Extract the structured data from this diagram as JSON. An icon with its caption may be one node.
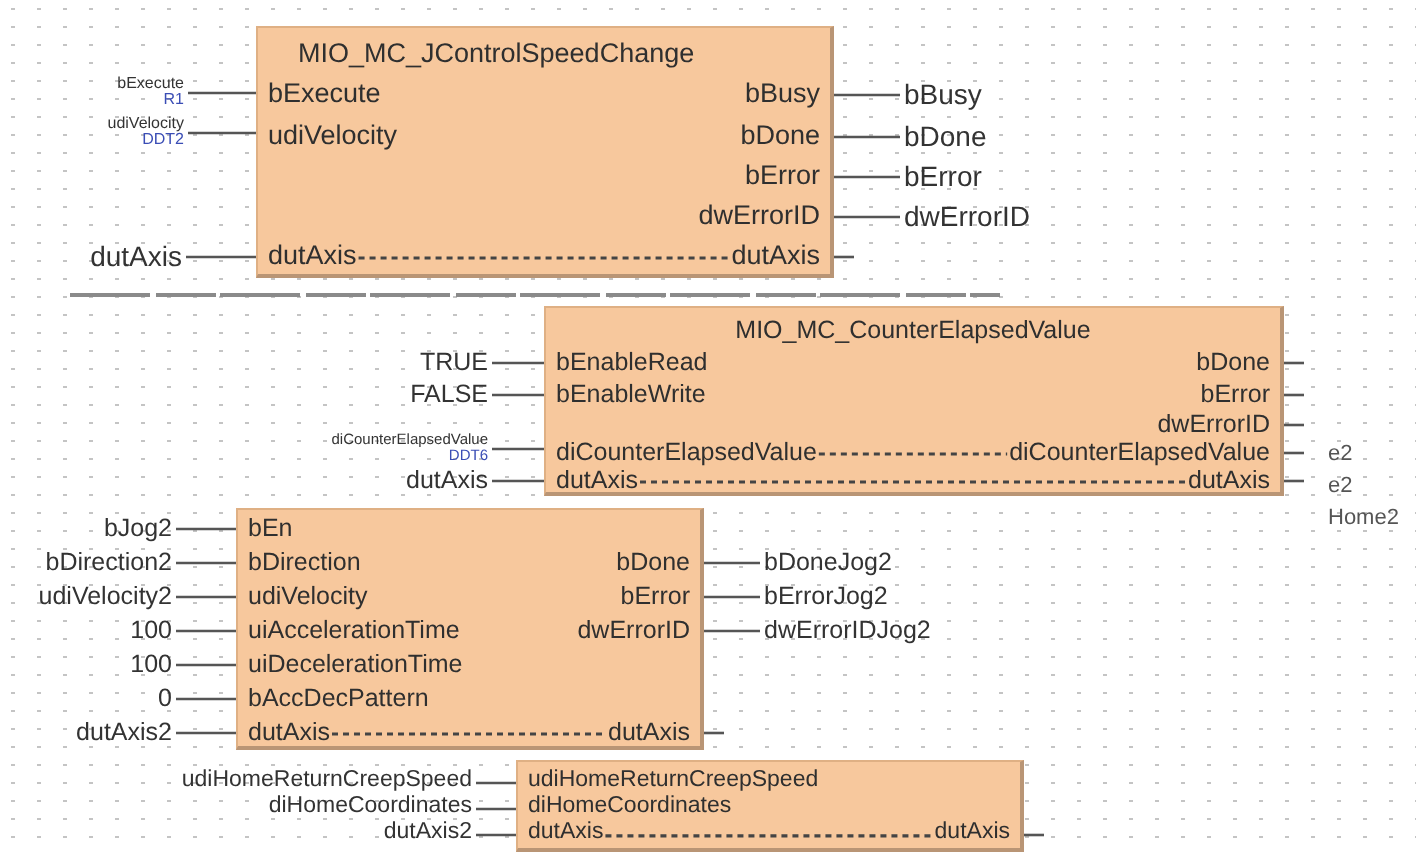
{
  "diagram": {
    "nodes": [
      {
        "text": [
          "MIO_MC_JControlSpeedChange",
          "bExecute",
          "udiVelocity",
          "dutAxis",
          "bBusy",
          "bDone",
          "bError",
          "dwErrorID",
          "dutAxis"
        ]
      },
      {
        "text": [
          "bExecute",
          "R1"
        ]
      },
      {
        "text": [
          "udiVelocity",
          "DDT2"
        ]
      },
      {
        "text": [
          "dutAxis"
        ]
      },
      {
        "text": [
          "bBusy"
        ]
      },
      {
        "text": [
          "bDone"
        ]
      },
      {
        "text": [
          "bError"
        ]
      },
      {
        "text": [
          "dwErrorID"
        ]
      },
      {
        "text": [
          "MIO_MC_CounterElapsedValue",
          "bEnableRead",
          "bEnableWrite",
          "diCounterElapsedValue",
          "dutAxis",
          "bDone",
          "bError",
          "dwErrorID",
          "diCounterElapsedValue",
          "dutAxis"
        ]
      },
      {
        "text": [
          "TRUE"
        ]
      },
      {
        "text": [
          "FALSE"
        ]
      },
      {
        "text": [
          "diCounterElapsedValue",
          "DDT6"
        ]
      },
      {
        "text": [
          "dutAxis"
        ]
      },
      {
        "text": [
          "bEn",
          "bDirection",
          "udiVelocity",
          "uiAccelerationTime",
          "uiDecelerationTime",
          "bAccDecPattern",
          "dutAxis",
          "bDone",
          "bError",
          "dwErrorID",
          "dutAxis"
        ]
      },
      {
        "text": [
          "bJog2"
        ]
      },
      {
        "text": [
          "bDirection2"
        ]
      },
      {
        "text": [
          "udiVelocity2"
        ]
      },
      {
        "text": [
          "100"
        ]
      },
      {
        "text": [
          "100"
        ]
      },
      {
        "text": [
          "0"
        ]
      },
      {
        "text": [
          "dutAxis2"
        ]
      },
      {
        "text": [
          "bDoneJog2"
        ]
      },
      {
        "text": [
          "bErrorJog2"
        ]
      },
      {
        "text": [
          "dwErrorIDJog2"
        ]
      },
      {
        "text": [
          "udiHomeReturnCreepSpeed",
          "diHomeCoordinates",
          "dutAxis",
          "dutAxis"
        ]
      },
      {
        "text": [
          "udiHomeReturnCreepSpeed"
        ]
      },
      {
        "text": [
          "diHomeCoordinates"
        ]
      },
      {
        "text": [
          "dutAxis2"
        ]
      }
    ],
    "edges": [
      {
        "from": 1,
        "to": 0,
        "arrow": "none"
      },
      {
        "from": 2,
        "to": 0,
        "arrow": "none"
      },
      {
        "from": 3,
        "to": 0,
        "arrow": "none"
      },
      {
        "from": 0,
        "to": 4,
        "arrow": "none"
      },
      {
        "from": 0,
        "to": 5,
        "arrow": "none"
      },
      {
        "from": 0,
        "to": 6,
        "arrow": "none"
      },
      {
        "from": 0,
        "to": 7,
        "arrow": "none"
      },
      {
        "from": 0,
        "to": null,
        "arrow": "none"
      },
      {
        "from": 9,
        "to": 8,
        "arrow": "none"
      },
      {
        "from": 10,
        "to": 8,
        "arrow": "none"
      },
      {
        "from": 11,
        "to": 8,
        "arrow": "none"
      },
      {
        "from": 12,
        "to": 8,
        "arrow": "none"
      },
      {
        "from": 8,
        "to": null,
        "arrow": "none"
      },
      {
        "from": 8,
        "to": null,
        "arrow": "none"
      },
      {
        "from": 8,
        "to": null,
        "arrow": "none"
      },
      {
        "from": 8,
        "to": null,
        "arrow": "none"
      },
      {
        "from": 8,
        "to": null,
        "arrow": "none"
      },
      {
        "from": 14,
        "to": 13,
        "arrow": "none"
      },
      {
        "from": 15,
        "to": 13,
        "arrow": "none"
      },
      {
        "from": 16,
        "to": 13,
        "arrow": "none"
      },
      {
        "from": 17,
        "to": 13,
        "arrow": "none"
      },
      {
        "from": 18,
        "to": 13,
        "arrow": "none"
      },
      {
        "from": 19,
        "to": 13,
        "arrow": "none"
      },
      {
        "from": 20,
        "to": 13,
        "arrow": "none"
      },
      {
        "from": 13,
        "to": 21,
        "arrow": "none"
      },
      {
        "from": 13,
        "to": 22,
        "arrow": "none"
      },
      {
        "from": 13,
        "to": 23,
        "arrow": "none"
      },
      {
        "from": 13,
        "to": null,
        "arrow": "none"
      },
      {
        "from": 25,
        "to": 24,
        "arrow": "none"
      },
      {
        "from": 26,
        "to": 24,
        "arrow": "none"
      },
      {
        "from": 27,
        "to": 24,
        "arrow": "none"
      },
      {
        "from": 24,
        "to": null,
        "arrow": "none"
      }
    ],
    "labels": [
      "e2",
      "e2",
      "Home2"
    ]
  }
}
